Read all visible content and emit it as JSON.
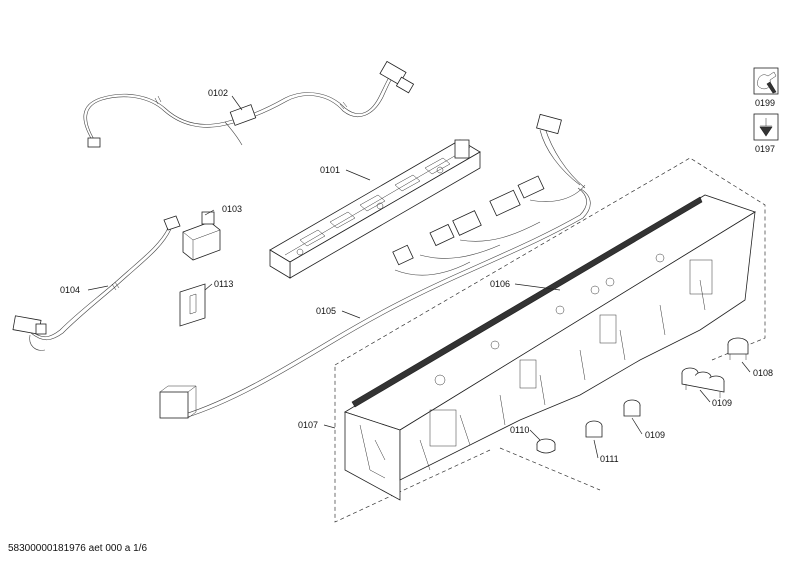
{
  "labels": {
    "p0102": "0102",
    "p0101": "0101",
    "p0103": "0103",
    "p0104": "0104",
    "p0113": "0113",
    "p0105": "0105",
    "p0106": "0106",
    "p0107": "0107",
    "p0108": "0108",
    "p0109a": "0109",
    "p0109b": "0109",
    "p0110": "0110",
    "p0111": "0111",
    "p0199": "0199",
    "p0197": "0197"
  },
  "footer": "58300000181976 aet 000 a 1/6",
  "icons": [
    "wrench-tool-icon",
    "lubricant-icon"
  ]
}
